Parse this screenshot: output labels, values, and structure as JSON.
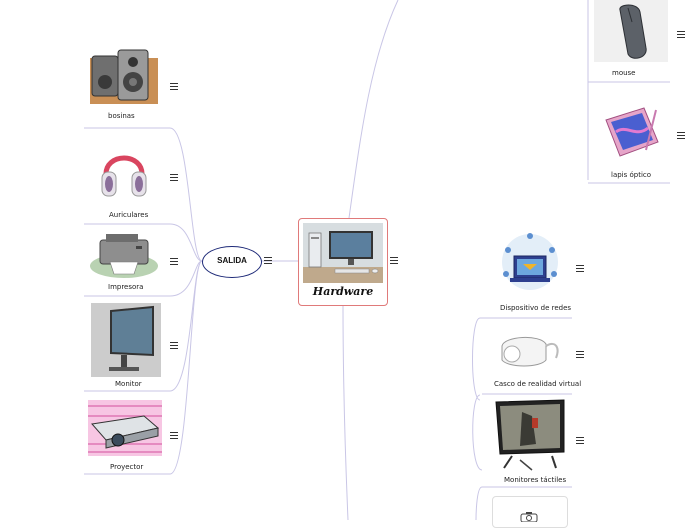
{
  "central": {
    "title": "Hardware",
    "icon": "computer-desk-image"
  },
  "salida": {
    "label": "SALIDA"
  },
  "left_items": [
    {
      "label": "bosinas",
      "icon": "speakers-image"
    },
    {
      "label": "Auriculares",
      "icon": "headphones-image"
    },
    {
      "label": "Impresora",
      "icon": "printer-image"
    },
    {
      "label": "Monitor",
      "icon": "monitor-image"
    },
    {
      "label": "Proyector",
      "icon": "projector-image"
    }
  ],
  "right_top_items": [
    {
      "label": "mouse",
      "icon": "mouse-image"
    },
    {
      "label": "lapis óptico",
      "icon": "stylus-tablet-image"
    }
  ],
  "right_bottom_items": [
    {
      "label": "Dispositivo de redes",
      "icon": "network-device-image"
    },
    {
      "label": "Casco de realidad virtual",
      "icon": "vr-headset-image"
    },
    {
      "label": "Monitores táctiles",
      "icon": "touch-monitor-image"
    },
    {
      "label": "",
      "icon": "camera-image"
    }
  ],
  "colors": {
    "central_border": "#e07a7a",
    "salida_border": "#1e2a78",
    "branch_line": "#c9c6e6"
  }
}
